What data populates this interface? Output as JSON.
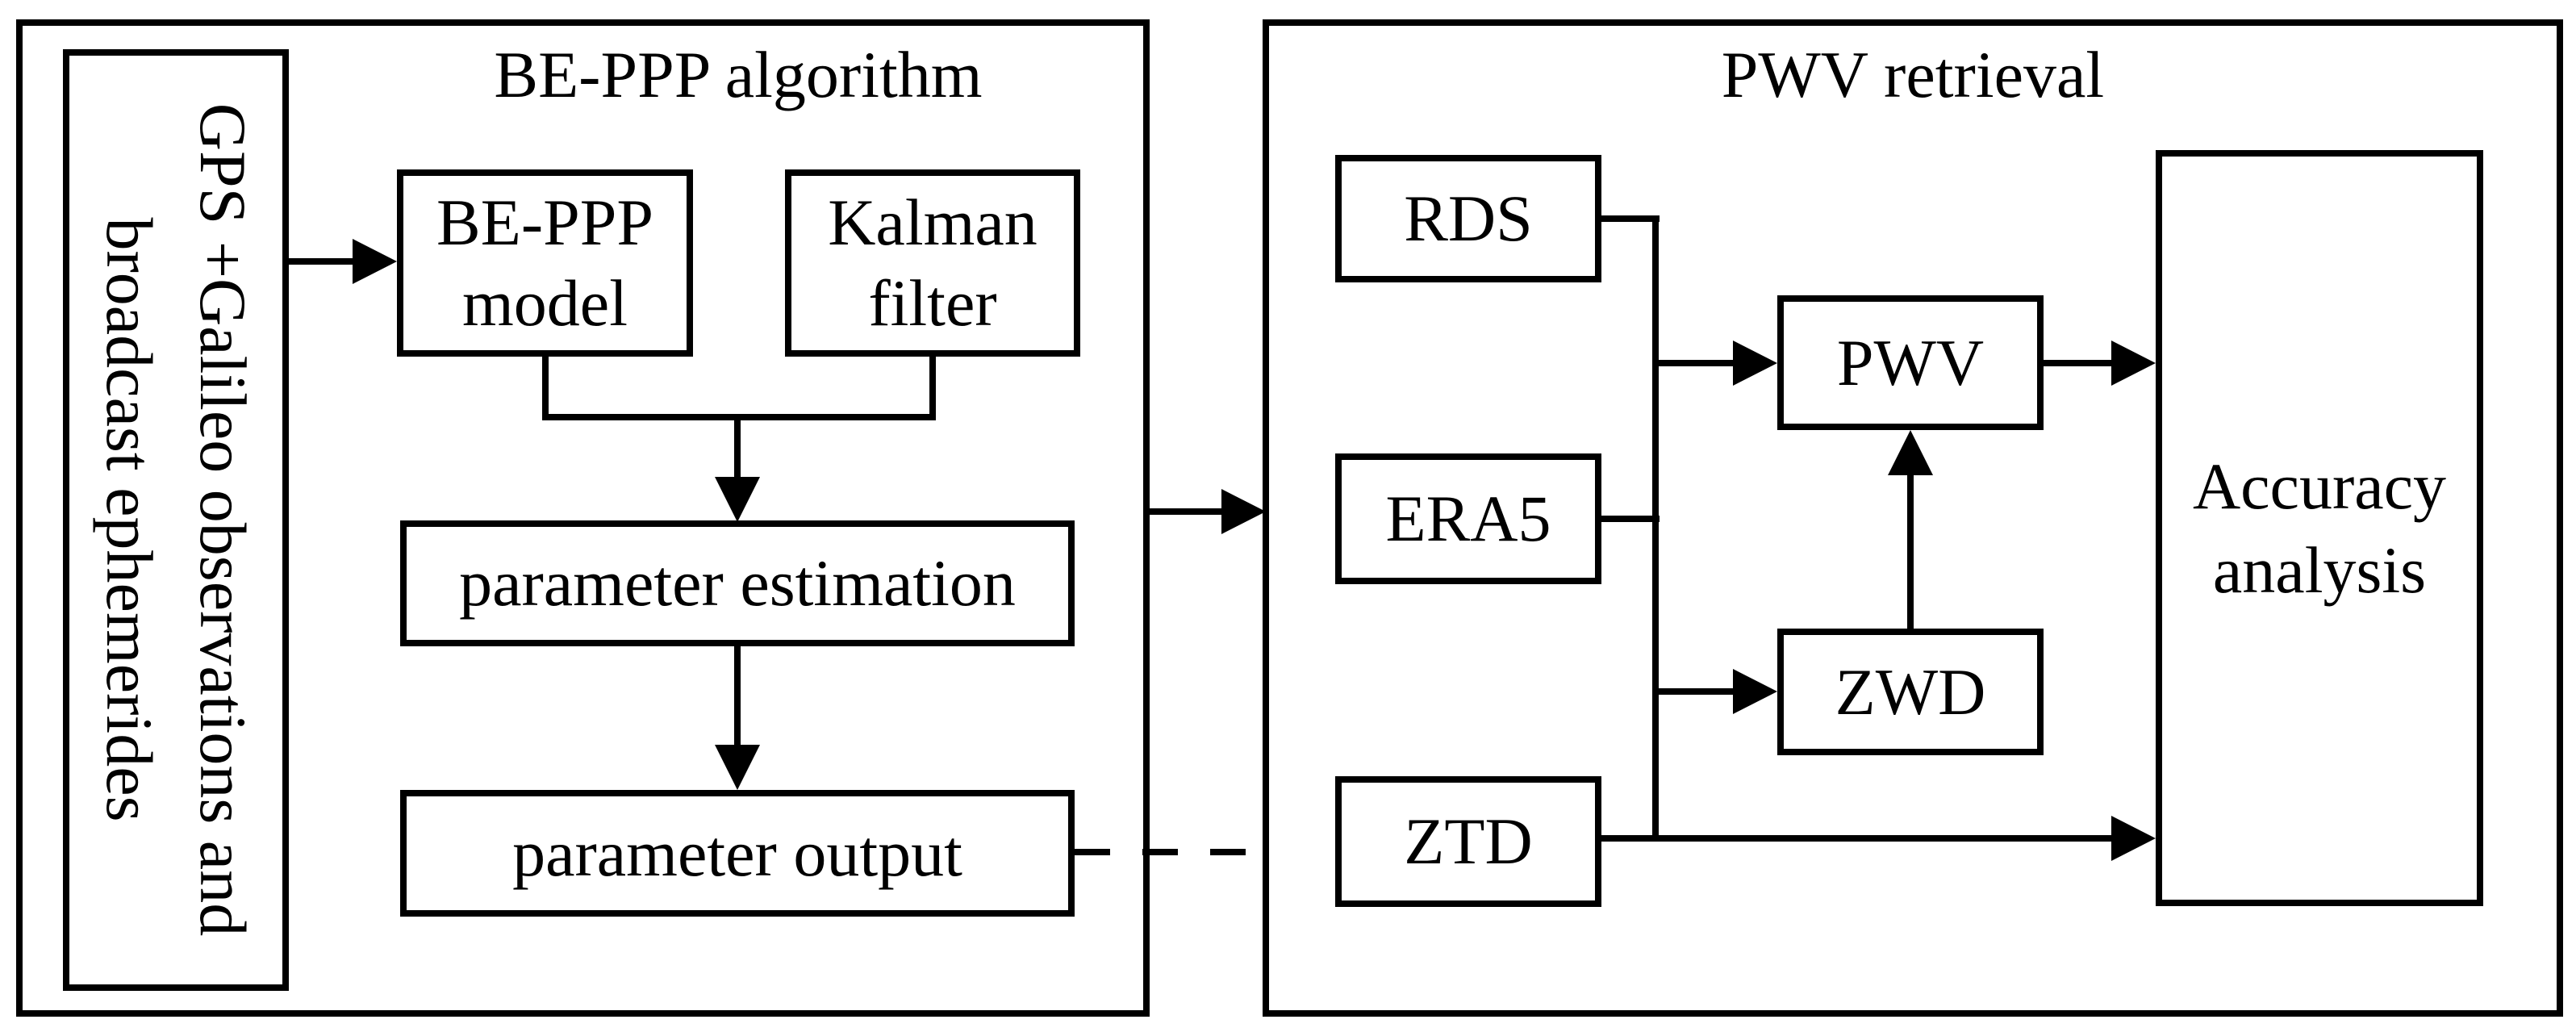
{
  "figure": {
    "background": "#ffffff",
    "stroke_color": "#000000",
    "left_panel": {
      "title": "BE-PPP algorithm",
      "source_box": {
        "line1": "GPS +Galileo observations and",
        "line2": "broadcast ephemerides"
      },
      "model_box": {
        "line1": "BE-PPP",
        "line2": "model"
      },
      "kalman_box": {
        "line1": "Kalman",
        "line2": "filter"
      },
      "estimation_box": {
        "label": "parameter estimation"
      },
      "output_box": {
        "label": "parameter output"
      }
    },
    "right_panel": {
      "title": "PWV retrieval",
      "rds_box": {
        "label": "RDS"
      },
      "era5_box": {
        "label": "ERA5"
      },
      "ztd_box": {
        "label": "ZTD"
      },
      "pwv_box": {
        "label": "PWV"
      },
      "zwd_box": {
        "label": "ZWD"
      },
      "accuracy_box": {
        "line1": "Accuracy",
        "line2": "analysis"
      }
    }
  }
}
